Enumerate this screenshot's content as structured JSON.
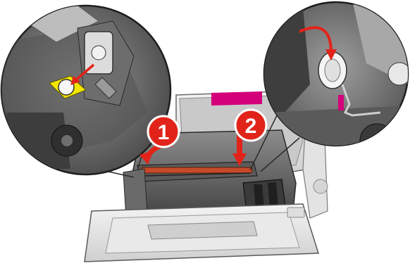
{
  "illustration": {
    "steps": [
      {
        "number": "1"
      },
      {
        "number": "2"
      }
    ],
    "colors": {
      "step_badge": "#e2231a",
      "arrow": "#e2231a",
      "highlight_ring": "#f2e600",
      "magenta_accent": "#d4007a",
      "printer_gray": "#7a7a7a",
      "printer_light": "#e6e6e6"
    },
    "icons": [
      "step-1-badge",
      "step-2-badge",
      "left-zoom-callout",
      "right-zoom-callout",
      "curved-arrow-icon"
    ]
  }
}
